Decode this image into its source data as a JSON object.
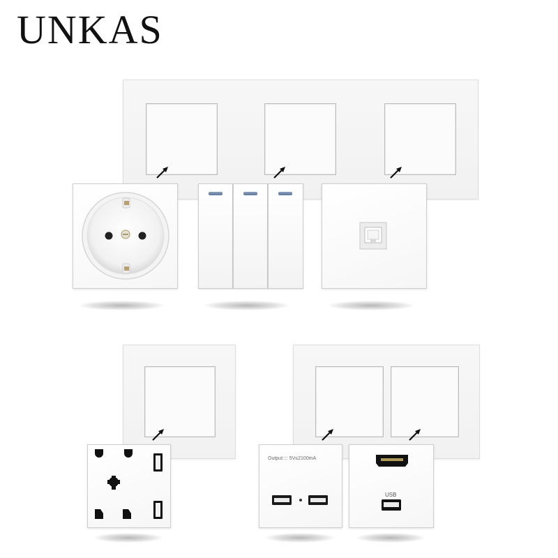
{
  "brand": {
    "name": "UNKAS"
  },
  "modules": {
    "usb_charger": {
      "output_label": "Output:::: 5V≤2100mA"
    },
    "hdmi_usb": {
      "usb_label": "USB"
    }
  },
  "colors": {
    "background": "#ffffff",
    "panel": "#f5f5f5",
    "outline": "#bdbdbd",
    "led": "#6a82a6",
    "arrow": "#111111"
  }
}
